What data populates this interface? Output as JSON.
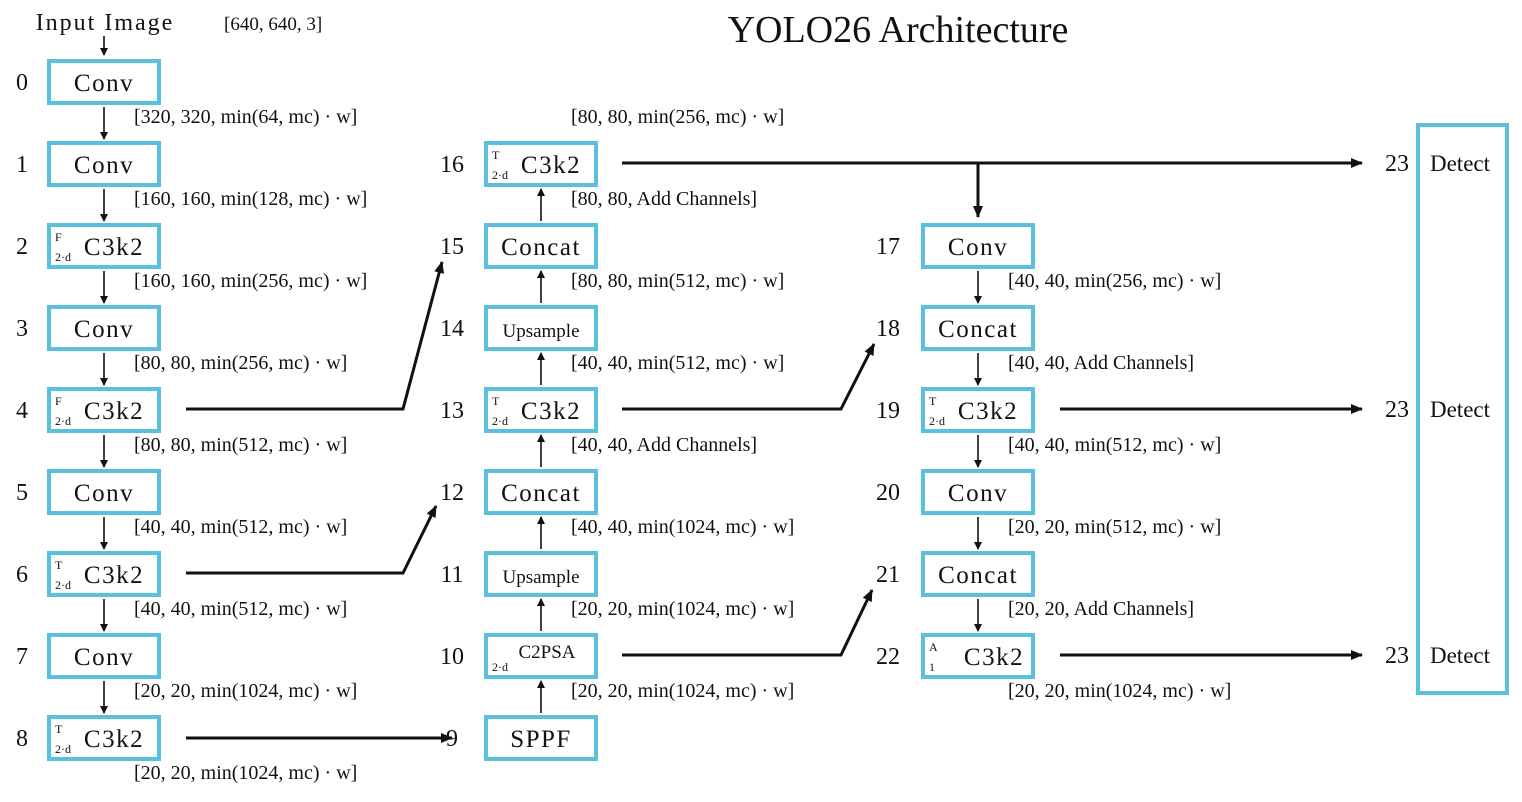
{
  "title": "YOLO26 Architecture",
  "input": {
    "label": "Input Image",
    "shape": "[640, 640, 3]"
  },
  "colors": {
    "box_stroke": "#5bc0de",
    "line": "#111111"
  },
  "layers": [
    {
      "id": "0",
      "label": "Conv",
      "sup": "",
      "sub": ""
    },
    {
      "id": "1",
      "label": "Conv",
      "sup": "",
      "sub": ""
    },
    {
      "id": "2",
      "label": "C3k2",
      "sup": "F",
      "sub": "2·d"
    },
    {
      "id": "3",
      "label": "Conv",
      "sup": "",
      "sub": ""
    },
    {
      "id": "4",
      "label": "C3k2",
      "sup": "F",
      "sub": "2·d"
    },
    {
      "id": "5",
      "label": "Conv",
      "sup": "",
      "sub": ""
    },
    {
      "id": "6",
      "label": "C3k2",
      "sup": "T",
      "sub": "2·d"
    },
    {
      "id": "7",
      "label": "Conv",
      "sup": "",
      "sub": ""
    },
    {
      "id": "8",
      "label": "C3k2",
      "sup": "T",
      "sub": "2·d"
    },
    {
      "id": "9",
      "label": "SPPF",
      "sup": "",
      "sub": ""
    },
    {
      "id": "10",
      "label": "C2PSA",
      "sup": "",
      "sub": "2·d"
    },
    {
      "id": "11",
      "label": "Upsample",
      "sup": "",
      "sub": ""
    },
    {
      "id": "12",
      "label": "Concat",
      "sup": "",
      "sub": ""
    },
    {
      "id": "13",
      "label": "C3k2",
      "sup": "T",
      "sub": "2·d"
    },
    {
      "id": "14",
      "label": "Upsample",
      "sup": "",
      "sub": ""
    },
    {
      "id": "15",
      "label": "Concat",
      "sup": "",
      "sub": ""
    },
    {
      "id": "16",
      "label": "C3k2",
      "sup": "T",
      "sub": "2·d"
    },
    {
      "id": "17",
      "label": "Conv",
      "sup": "",
      "sub": ""
    },
    {
      "id": "18",
      "label": "Concat",
      "sup": "",
      "sub": ""
    },
    {
      "id": "19",
      "label": "C3k2",
      "sup": "T",
      "sub": "2·d"
    },
    {
      "id": "20",
      "label": "Conv",
      "sup": "",
      "sub": ""
    },
    {
      "id": "21",
      "label": "Concat",
      "sup": "",
      "sub": ""
    },
    {
      "id": "22",
      "label": "C3k2",
      "sup": "A",
      "sub": "1"
    }
  ],
  "detect": {
    "id": "23",
    "label": "Detect"
  },
  "annotations": {
    "a0_1": "[320, 320, min(64, mc) · w]",
    "a1_2": "[160, 160, min(128, mc) · w]",
    "a2_3": "[160, 160, min(256, mc) · w]",
    "a3_4": "[80, 80, min(256, mc) · w]",
    "a4_5": "[80, 80, min(512, mc) · w]",
    "a5_6": "[40, 40, min(512, mc) · w]",
    "a6_7": "[40, 40, min(512, mc) · w]",
    "a7_8": "[20, 20, min(1024, mc) · w]",
    "a8_out": "[20, 20, min(1024, mc) · w]",
    "a9_10": "[20, 20, min(1024, mc) · w]",
    "a10_11": "[20, 20, min(1024, mc) · w]",
    "a11_12": "[40, 40, min(1024, mc) · w]",
    "a12_13": "[40, 40, Add Channels]",
    "a13_14": "[40, 40, min(512, mc) · w]",
    "a14_15": "[80, 80, min(512, mc) · w]",
    "a15_16": "[80, 80, Add Channels]",
    "a16_out": "[80, 80, min(256, mc) · w]",
    "a17_18": "[40, 40, min(256, mc) · w]",
    "a18_19": "[40, 40, Add Channels]",
    "a19_20": "[40, 40, min(512, mc) · w]",
    "a20_21": "[20, 20, min(512, mc) · w]",
    "a21_22": "[20, 20, Add Channels]",
    "a22_out": "[20, 20, min(1024, mc) · w]"
  }
}
